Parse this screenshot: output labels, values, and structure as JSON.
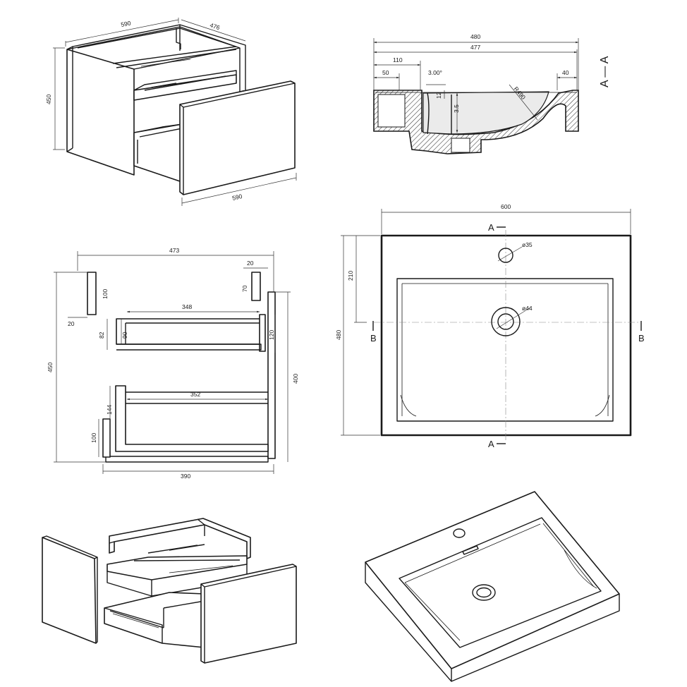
{
  "cabinet_iso": {
    "dims": {
      "width_top": "590",
      "depth_top": "476",
      "height": "450",
      "width_front": "590"
    }
  },
  "sink_section": {
    "section_label": "A — A",
    "dims": {
      "outer": "480",
      "inner": "477",
      "d110": "110",
      "d50": "50",
      "angle": "3.00°",
      "d40": "40",
      "d12": "12",
      "d35": "3.5",
      "radius": "R490"
    }
  },
  "cabinet_section": {
    "dims": {
      "top": "473",
      "d20": "20",
      "d100_top": "100",
      "d70": "70",
      "d20_left": "20",
      "d348": "348",
      "d82": "82",
      "d90": "90",
      "d120": "120",
      "height": "450",
      "d400": "400",
      "d352": "352",
      "d144": "144",
      "d100_bottom": "100",
      "bottom": "390"
    }
  },
  "sink_plan": {
    "dims": {
      "width": "600",
      "height": "480",
      "d210": "210",
      "tap_hole": "ø35",
      "drain": "ø44"
    },
    "markers": {
      "a_top": "A",
      "a_bottom": "A",
      "b_left": "B",
      "b_right": "B"
    }
  }
}
